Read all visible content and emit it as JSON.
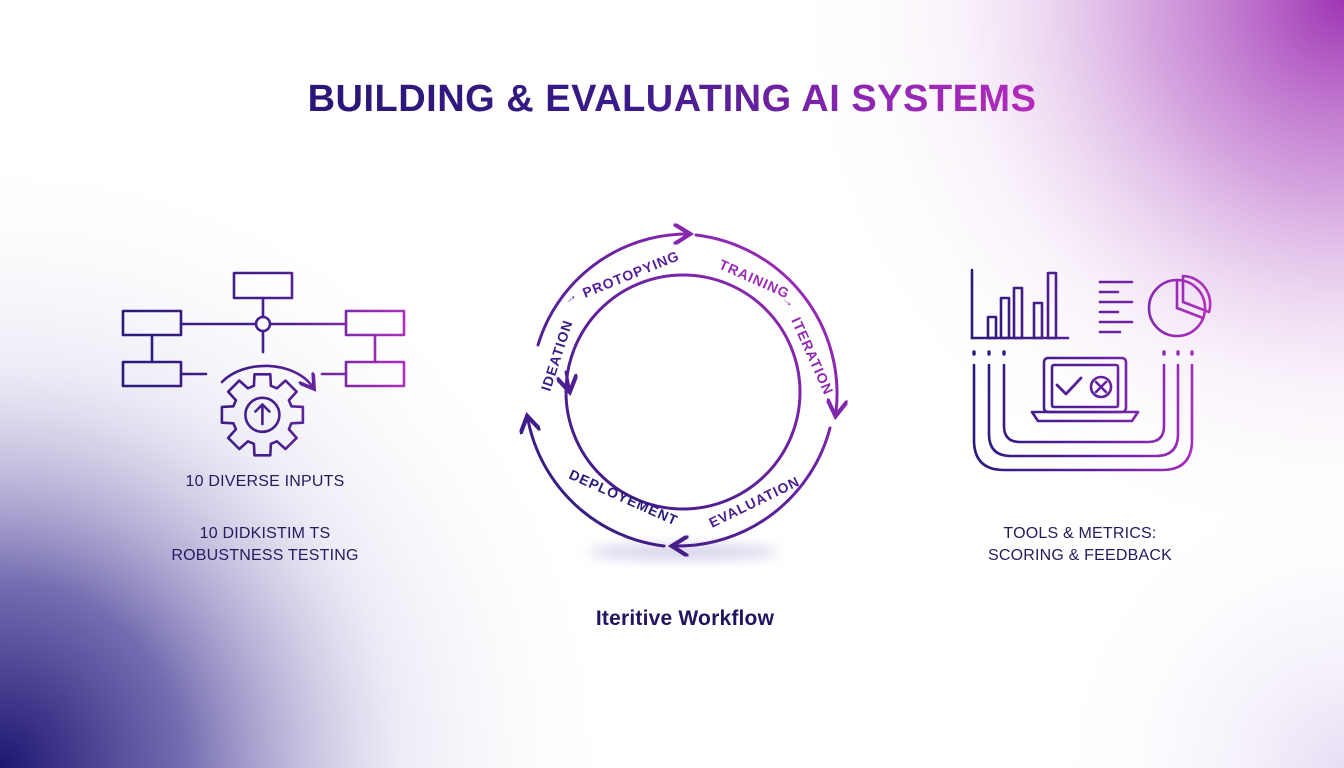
{
  "title": "BUILDING & EVALUATING AI SYSTEMS",
  "left_panel": {
    "line1": "10 DIVERSE INPUTS",
    "line2a": "10 DIDKISTIM TS",
    "line2b": "ROBUSTNESS TESTING"
  },
  "cycle": {
    "stages": [
      "IDEATION",
      "PROTOPYING",
      "TRAINING",
      "ITERATION",
      "EVALUATION",
      "DEPLOYEMENT"
    ],
    "arrow": "→",
    "caption": "Iteritive Workflow"
  },
  "right_panel": {
    "line1": "TOOLS & METRICS:",
    "line2": "SCORING & FEEDBACK"
  },
  "colors": {
    "navy": "#2a1a7a",
    "purple": "#7a22a8",
    "magenta": "#b22fbf"
  }
}
